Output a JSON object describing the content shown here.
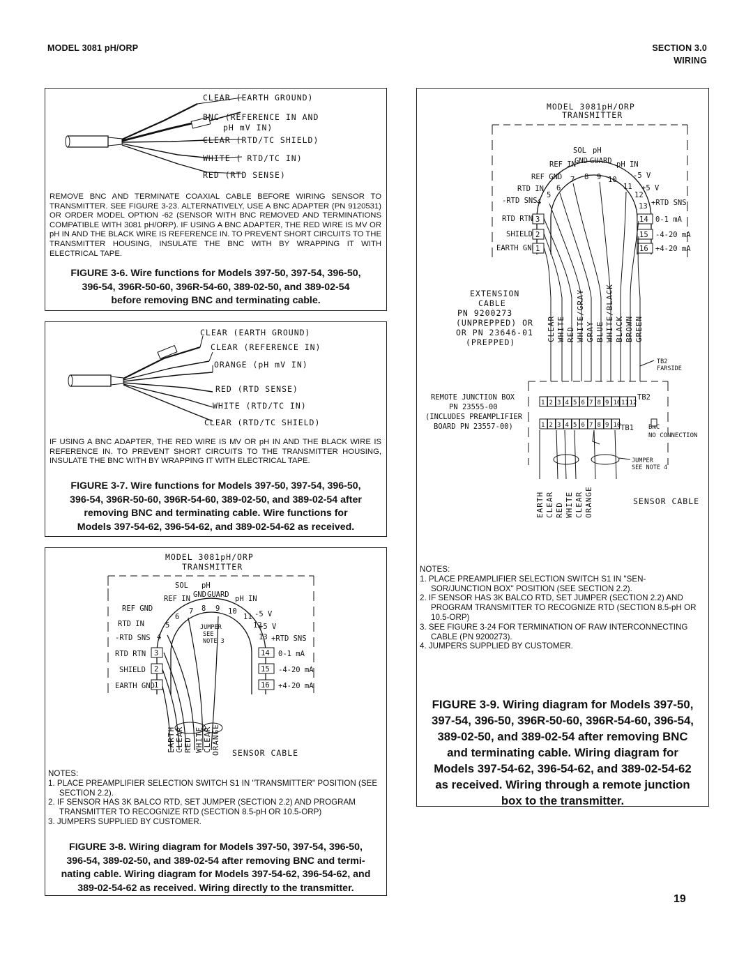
{
  "header": {
    "model": "MODEL 3081 pH/ORP",
    "section": "SECTION 3.0",
    "subsection": "WIRING"
  },
  "fig6": {
    "labels": [
      "CLEAR (EARTH GROUND)",
      "BNC (REFERENCE IN AND",
      "pH mV IN)",
      "CLEAR (RTD/TC SHIELD)",
      "WHITE ( RTD/TC IN)",
      "RED (RTD SENSE)"
    ],
    "note": "REMOVE BNC AND TERMINATE COAXIAL CABLE BEFORE WIRING SENSOR TO TRANSMITTER. SEE FIGURE 3-23. ALTERNATIVELY, USE A BNC ADAPTER (PN 9120531) OR ORDER MODEL OPTION -62 (SENSOR WITH BNC REMOVED AND TERMINATIONS COMPATIBLE WITH 3081 pH/ORP). IF USING A BNC ADAPTER, THE RED WIRE IS MV OR pH IN AND THE BLACK WIRE IS REFERENCE IN. TO PREVENT SHORT CIRCUITS TO THE TRANSMITTER HOUSING, INSULATE THE BNC WITH BY WRAPPING IT WITH ELECTRICAL TAPE.",
    "caption_lines": [
      "FIGURE 3-6. Wire functions for Models 397-50, 397-54, 396-50,",
      "396-54, 396R-50-60, 396R-54-60, 389-02-50, and 389-02-54",
      "before removing BNC and terminating cable."
    ]
  },
  "fig7": {
    "labels": [
      "CLEAR (EARTH GROUND)",
      "CLEAR (REFERENCE IN)",
      "ORANGE (pH mV IN)",
      "RED (RTD SENSE)",
      "WHITE (RTD/TC IN)",
      "CLEAR (RTD/TC SHIELD)"
    ],
    "note": "IF USING A BNC ADAPTER, THE RED WIRE IS MV OR pH IN AND THE BLACK WIRE IS REFERENCE IN. TO PREVENT SHORT CIRCUITS TO THE TRANSMITTER HOUSING, INSULATE THE BNC WITH BY WRAPPING IT WITH ELECTRICAL TAPE.",
    "caption_lines": [
      "FIGURE 3-7. Wire functions for Models 397-50, 397-54, 396-50,",
      "396-54, 396R-50-60, 396R-54-60, 389-02-50, and 389-02-54 after",
      "removing BNC and terminating cable. Wire functions for",
      "Models 397-54-62, 396-54-62, and 389-02-54-62 as received."
    ]
  },
  "fig8": {
    "title1": "MODEL 3081pH/ORP",
    "title2": "TRANSMITTER",
    "cable_label": "SENSOR CABLE",
    "wires": [
      "EARTH",
      "CLEAR",
      "RED",
      "WHITE",
      "CLEAR",
      "ORANGE"
    ],
    "notes_title": "NOTES:",
    "notes": [
      "1. PLACE PREAMPLIFIER SELECTION SWITCH S1 IN \"TRANSMITTER\" POSITION (SEE SECTION 2.2).",
      "2. IF SENSOR HAS 3K BALCO RTD, SET JUMPER (SECTION 2.2) AND PROGRAM TRANSMITTER TO RECOGNIZE RTD (SECTION 8.5-pH OR 10.5-ORP)",
      "3. JUMPERS SUPPLIED BY CUSTOMER."
    ],
    "caption_lines": [
      "FIGURE 3-8. Wiring diagram for Models 397-50, 397-54, 396-50,",
      "396-54, 389-02-50, and 389-02-54 after removing BNC and termi-",
      "nating cable. Wiring diagram for Models 397-54-62, 396-54-62, and",
      "389-02-54-62 as received. Wiring directly to the transmitter."
    ]
  },
  "terminal": {
    "left": [
      "REF GND",
      "RTD IN",
      "-RTD SNS",
      "RTD RTN",
      "SHIELD",
      "EARTH GND"
    ],
    "right": [
      "-5 V",
      "+5 V",
      "+RTD SNS",
      "0-1 mA",
      "-4-20 mA",
      "+4-20 mA"
    ],
    "top": [
      "SOL",
      "pH",
      "REF IN",
      "GND",
      "GUARD",
      "pH IN"
    ],
    "jumper_note": "JUMPER SEE NOTE 3"
  },
  "fig9": {
    "title1": "MODEL 3081pH/ORP",
    "title2": "TRANSMITTER",
    "ext_label": [
      "EXTENSION",
      "CABLE",
      "PN 9200273",
      "(UNPREPPED) OR",
      "OR PN 23646-01",
      "(PREPPED)"
    ],
    "ext_wires": [
      "CLEAR",
      "WHITE",
      "RED",
      "WHITE/GRAY",
      "GRAY",
      "BLUE",
      "WHITE/BLACK",
      "BLACK",
      "BROWN",
      "GREEN"
    ],
    "tb2_farside": "TB2 FARSIDE",
    "jbox_label": [
      "REMOTE JUNCTION BOX",
      "PN 23555-00",
      "(INCLUDES PREAMPLIFIER",
      "BOARD PN 23557-00)"
    ],
    "tb2": "TB2",
    "tb1": "TB1",
    "bnc": "BNC",
    "no_connection": "NO CONNECTION",
    "jumper_note": "JUMPER SEE NOTE 4",
    "cable_label": "SENSOR CABLE",
    "sensor_wires": [
      "EARTH",
      "CLEAR",
      "RED",
      "WHITE",
      "CLEAR",
      "ORANGE"
    ],
    "notes_title": "NOTES:",
    "notes": [
      "1. PLACE PREAMPLIFIER SELECTION SWITCH S1 IN \"SEN-SOR/JUNCTION BOX\" POSITION (SEE SECTION 2.2).",
      "2. IF SENSOR HAS 3K BALCO RTD, SET JUMPER (SECTION 2.2) AND PROGRAM TRANSMITTER TO RECOGNIZE RTD (SECTION 8.5-pH OR 10.5-ORP)",
      "3. SEE FIGURE 3-24 FOR TERMINATION OF RAW INTERCONNECTING CABLE (PN 9200273).",
      "4. JUMPERS SUPPLIED BY CUSTOMER."
    ],
    "caption_lines": [
      "FIGURE 3-9. Wiring diagram for Models 397-50,",
      "397-54, 396-50, 396R-50-60, 396R-54-60, 396-54,",
      "389-02-50, and 389-02-54 after removing BNC",
      "and terminating cable. Wiring diagram for",
      "Models 397-54-62, 396-54-62, and 389-02-54-62",
      "as received. Wiring  through a remote junction",
      "box to the transmitter."
    ]
  },
  "page_number": "19"
}
